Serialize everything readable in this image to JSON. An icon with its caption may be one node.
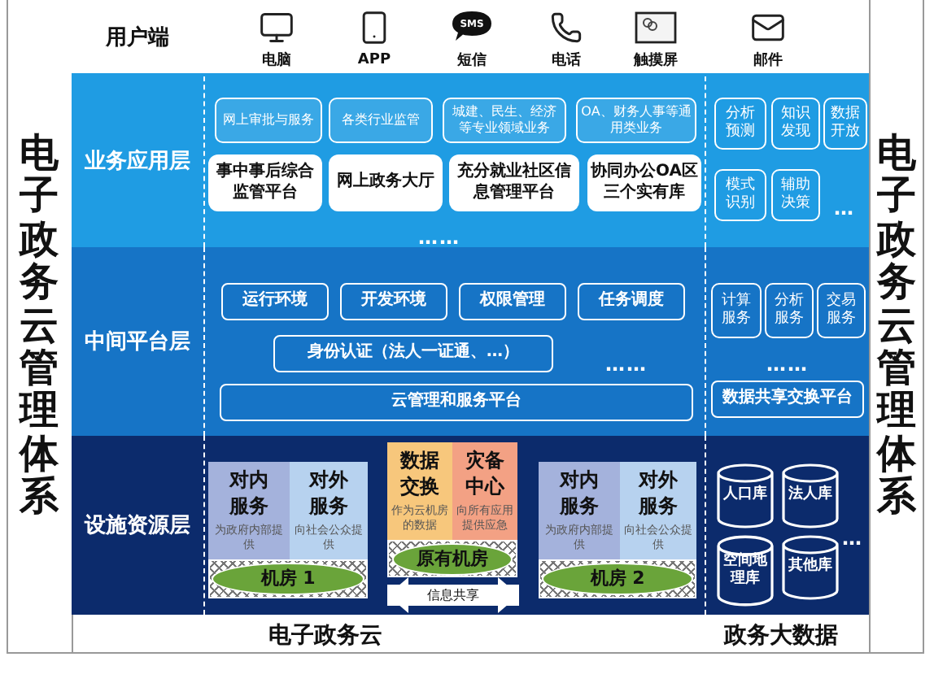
{
  "diagram": {
    "nodes": [
      {
        "text": [
          "用户端"
        ]
      },
      {
        "text": [
          "业务应用层"
        ]
      },
      {
        "text": [
          "网上审批与服务"
        ],
        "in": 1
      },
      {
        "text": [
          "各类行业监管"
        ],
        "in": 1
      },
      {
        "text": [
          "城建、民生、经济等专业领域业务"
        ],
        "in": 1
      },
      {
        "text": [
          "OA、财务人事等通用类业务"
        ],
        "in": 1
      },
      {
        "text": [
          "事中事后综合监管平台"
        ],
        "in": 1
      },
      {
        "text": [
          "网上政务大厅"
        ],
        "in": 1
      },
      {
        "text": [
          "充分就业社区信息管理平台"
        ],
        "in": 1
      },
      {
        "text": [
          "协同办公OA区三个实有库"
        ],
        "in": 1
      },
      {
        "text": [
          "分析预测"
        ],
        "in": 1
      },
      {
        "text": [
          "知识发现"
        ],
        "in": 1
      },
      {
        "text": [
          "数据开放"
        ],
        "in": 1
      },
      {
        "text": [
          "模式识别"
        ],
        "in": 1
      },
      {
        "text": [
          "辅助决策"
        ],
        "in": 1
      },
      {
        "text": [
          "中间平台层"
        ]
      },
      {
        "text": [
          "运行环境"
        ],
        "in": 15
      },
      {
        "text": [
          "开发环境"
        ],
        "in": 15
      },
      {
        "text": [
          "权限管理"
        ],
        "in": 15
      },
      {
        "text": [
          "任务调度"
        ],
        "in": 15
      },
      {
        "text": [
          "身份认证（法人一证通、…）"
        ],
        "in": 15
      },
      {
        "text": [
          "云管理和服务平台"
        ],
        "in": 15
      },
      {
        "text": [
          "计算服务"
        ],
        "in": 15
      },
      {
        "text": [
          "分析服务"
        ],
        "in": 15
      },
      {
        "text": [
          "交易服务"
        ],
        "in": 15
      },
      {
        "text": [
          "数据共享交换平台"
        ],
        "in": 15
      },
      {
        "text": [
          "设施资源层"
        ]
      },
      {
        "text": [
          "对内服务",
          "为政府内部提供"
        ],
        "in": 26
      },
      {
        "text": [
          "对外服务",
          "向社会公众提供"
        ],
        "in": 26
      },
      {
        "text": [
          "机房 1"
        ],
        "in": 26
      },
      {
        "text": [
          "数据交换",
          "作为云机房的数据"
        ],
        "in": 26
      },
      {
        "text": [
          "灾备中心",
          "向所有应用提供应急"
        ],
        "in": 26
      },
      {
        "text": [
          "原有机房"
        ],
        "in": 26
      },
      {
        "text": [
          "对内服务",
          "为政府内部提供"
        ],
        "in": 26
      },
      {
        "text": [
          "对外服务",
          "向社会公众提供"
        ],
        "in": 26
      },
      {
        "text": [
          "机房 2"
        ],
        "in": 26
      },
      {
        "text": [
          "人口库"
        ],
        "in": 26
      },
      {
        "text": [
          "法人库"
        ],
        "in": 26
      },
      {
        "text": [
          "空间地理库"
        ],
        "in": 26
      },
      {
        "text": [
          "其他库"
        ],
        "in": 26
      }
    ],
    "edges": [
      {
        "from": 29,
        "to": 35,
        "arrow": "both",
        "label": "信息共享"
      }
    ],
    "labels": [
      "电子政务云管理体系",
      "电脑",
      "APP",
      "SMS",
      "短信",
      "电话",
      "触摸屏",
      "邮件",
      "……",
      "…",
      "……",
      "……",
      "…",
      "电子政务云",
      "政务大数据",
      "电子政务云管理体系"
    ]
  }
}
